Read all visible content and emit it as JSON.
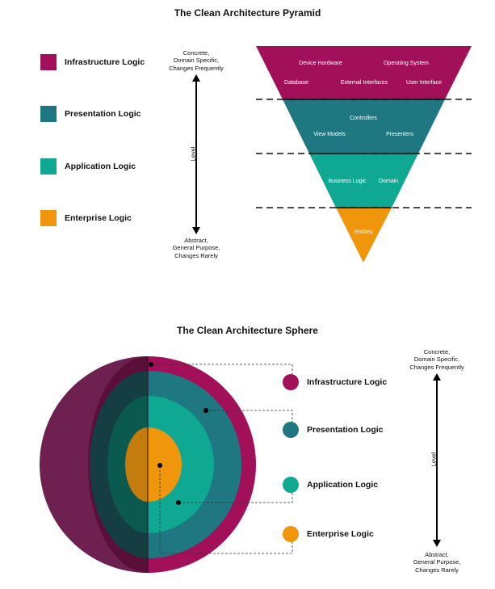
{
  "pyramid": {
    "title": "The Clean Architecture Pyramid",
    "legend": [
      {
        "label": "Infrastructure Logic",
        "color": "#a3105a"
      },
      {
        "label": "Presentation Logic",
        "color": "#1e7781"
      },
      {
        "label": "Application Logic",
        "color": "#0fa893"
      },
      {
        "label": "Enterprise Logic",
        "color": "#f0960d"
      }
    ],
    "axis": {
      "top": "Concrete,\nDomain Specific,\nChanges Frequently",
      "middle": "Level",
      "bottom": "Abstract,\nGeneral Purpose,\nChanges Rarely"
    },
    "layers": {
      "infrastructure": [
        "Device Hardware",
        "Operating System",
        "Database",
        "External Interfaces",
        "User Interface"
      ],
      "presentation": [
        "Controllers",
        "View Models",
        "Presenters"
      ],
      "application": [
        "Business Logic",
        "Domain"
      ],
      "enterprise": [
        "Entities"
      ]
    }
  },
  "sphere": {
    "title": "The Clean Architecture Sphere",
    "legend": [
      {
        "label": "Infrastructure Logic",
        "color": "#a3105a"
      },
      {
        "label": "Presentation Logic",
        "color": "#1e7781"
      },
      {
        "label": "Application Logic",
        "color": "#0fa893"
      },
      {
        "label": "Enterprise Logic",
        "color": "#f0960d"
      }
    ],
    "axis": {
      "top": "Concrete,\nDomain Specific,\nChanges Frequently",
      "middle": "Level",
      "bottom": "Abstract,\nGeneral Purpose,\nChanges Rarely"
    }
  }
}
